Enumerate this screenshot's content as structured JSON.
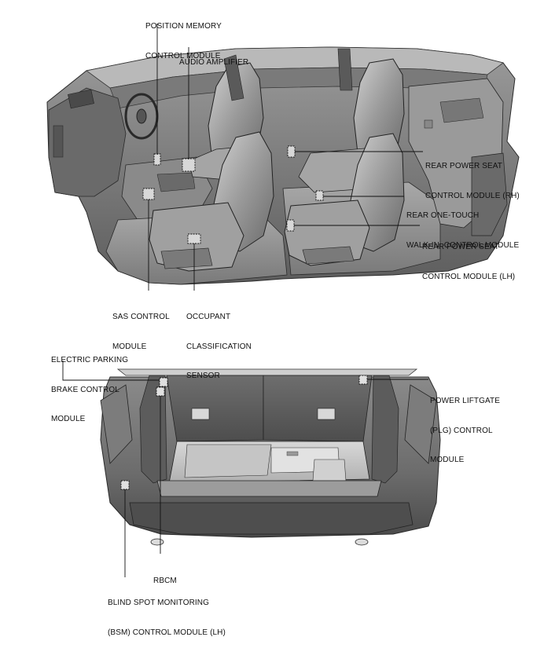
{
  "labels": {
    "position_memory": [
      "POSITION MEMORY",
      "CONTROL MODULE"
    ],
    "audio_amplifier": [
      "AUDIO AMPLIFIER"
    ],
    "rear_power_seat_rh": [
      "REAR POWER SEAT",
      "CONTROL MODULE (RH)"
    ],
    "rear_one_touch": [
      "REAR ONE-TOUCH",
      "WALK-IN  CONTROL MODULE"
    ],
    "rear_power_seat_lh": [
      "REAR POWER SEAT",
      "CONTROL MODULE (LH)"
    ],
    "sas_control": [
      "SAS CONTROL",
      "MODULE"
    ],
    "occupant_classification": [
      "OCCUPANT",
      "CLASSIFICATION",
      "SENSOR"
    ],
    "electric_parking_brake": [
      "ELECTRIC PARKING",
      "BRAKE CONTROL",
      "MODULE"
    ],
    "power_liftgate": [
      "POWER LIFTGATE",
      "(PLG) CONTROL",
      "MODULE"
    ],
    "rbcm": [
      "RBCM"
    ],
    "bsm_lh": [
      "BLIND SPOT MONITORING",
      "(BSM) CONTROL MODULE (LH)"
    ]
  },
  "colors": {
    "body_dark": "#5a5a5a",
    "body_mid": "#8c8c8c",
    "body_light": "#c4c4c4",
    "seat": "#9a9a9a",
    "outline": "#2a2a2a",
    "leader": "#111111"
  }
}
